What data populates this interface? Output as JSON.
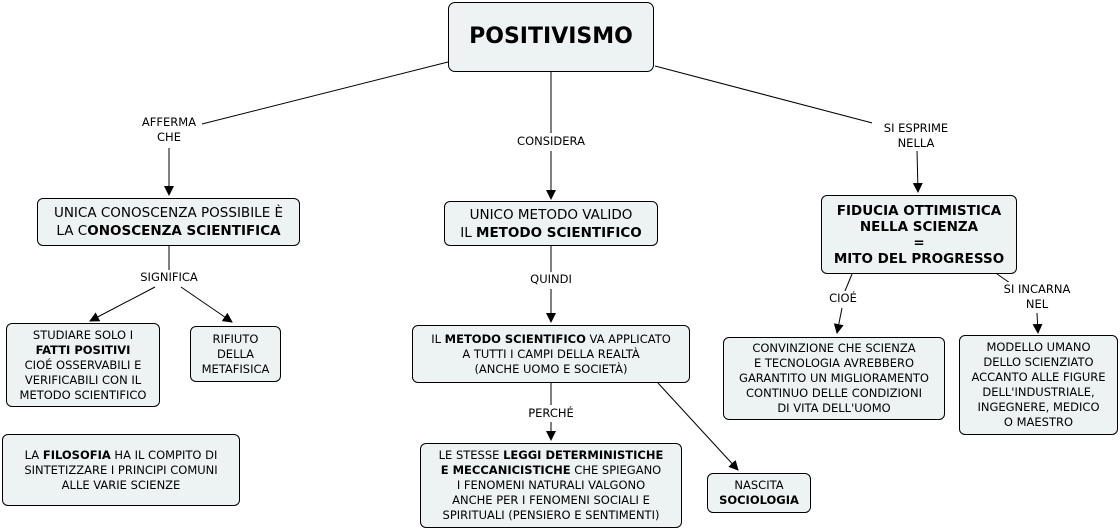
{
  "root": {
    "title": "POSITIVISMO"
  },
  "links": {
    "afferma": [
      "AFFERMA",
      "CHE"
    ],
    "considera": "CONSIDERA",
    "esprime": [
      "SI ESPRIME",
      "NELLA"
    ],
    "significa": "SIGNIFICA",
    "quindi": "QUINDI",
    "perche": "PERCHÉ",
    "cioe": "CIOÉ",
    "incarna": [
      "SI INCARNA",
      "NEL"
    ]
  },
  "nodes": {
    "unica_conoscenza": {
      "l1": "UNICA CONOSCENZA POSSIBILE È",
      "l2_pre": "LA C",
      "l2_bold": "ONOSCENZA SCIENTIFICA"
    },
    "unico_metodo": {
      "l1": "UNICO METODO VALIDO",
      "l2_pre": "IL ",
      "l2_bold": "METODO SCIENTIFICO"
    },
    "fiducia": {
      "l1": "FIDUCIA OTTIMISTICA",
      "l2": "NELLA SCIENZA",
      "l3": "=",
      "l4": "MITO DEL PROGRESSO"
    },
    "studiare": {
      "l1": "STUDIARE SOLO I",
      "l2": "FATTI POSITIVI",
      "l3": "CIOÉ OSSERVABILI E",
      "l4": "VERIFICABILI CON IL",
      "l5": "METODO SCIENTIFICO"
    },
    "rifiuto": {
      "l1": "RIFIUTO",
      "l2": "DELLA",
      "l3": "METAFISICA"
    },
    "filosofia": {
      "l1_pre": "LA ",
      "l1_bold": "FILOSOFIA",
      "l1_post": " HA IL COMPITO DI",
      "l2": "SINTETIZZARE I PRINCIPI COMUNI",
      "l3": "ALLE VARIE SCIENZE"
    },
    "metodo_applicato": {
      "l1_pre": "IL ",
      "l1_bold": "METODO SCIENTIFICO",
      "l1_post": " VA APPLICATO",
      "l2": "A TUTTI I CAMPI DELLA REALTÀ",
      "l3": "(ANCHE UOMO E SOCIETÀ)"
    },
    "leggi": {
      "l1_pre": "LE STESSE ",
      "l1_bold": "LEGGI DETERMINISTICHE",
      "l2_bold": "E MECCANICISTICHE",
      "l2_post": " CHE SPIEGANO",
      "l3": "I FENOMENI NATURALI VALGONO",
      "l4": "ANCHE PER I FENOMENI SOCIALI E",
      "l5": "SPIRITUALI (PENSIERO E SENTIMENTI)"
    },
    "nascita": {
      "l1": "NASCITA",
      "l2": "SOCIOLOGIA"
    },
    "convinzione": {
      "l1": "CONVINZIONE CHE SCIENZA",
      "l2": "E TECNOLOGIA AVREBBERO",
      "l3": "GARANTITO UN MIGLIORAMENTO",
      "l4": "CONTINUO DELLE CONDIZIONI",
      "l5": "DI VITA DELL'UOMO"
    },
    "modello": {
      "l1": "MODELLO UMANO",
      "l2": "DELLO SCIENZIATO",
      "l3": "ACCANTO ALLE FIGURE",
      "l4": "DELL'INDUSTRIALE,",
      "l5": "INGEGNERE, MEDICO",
      "l6": "O MAESTRO"
    }
  }
}
